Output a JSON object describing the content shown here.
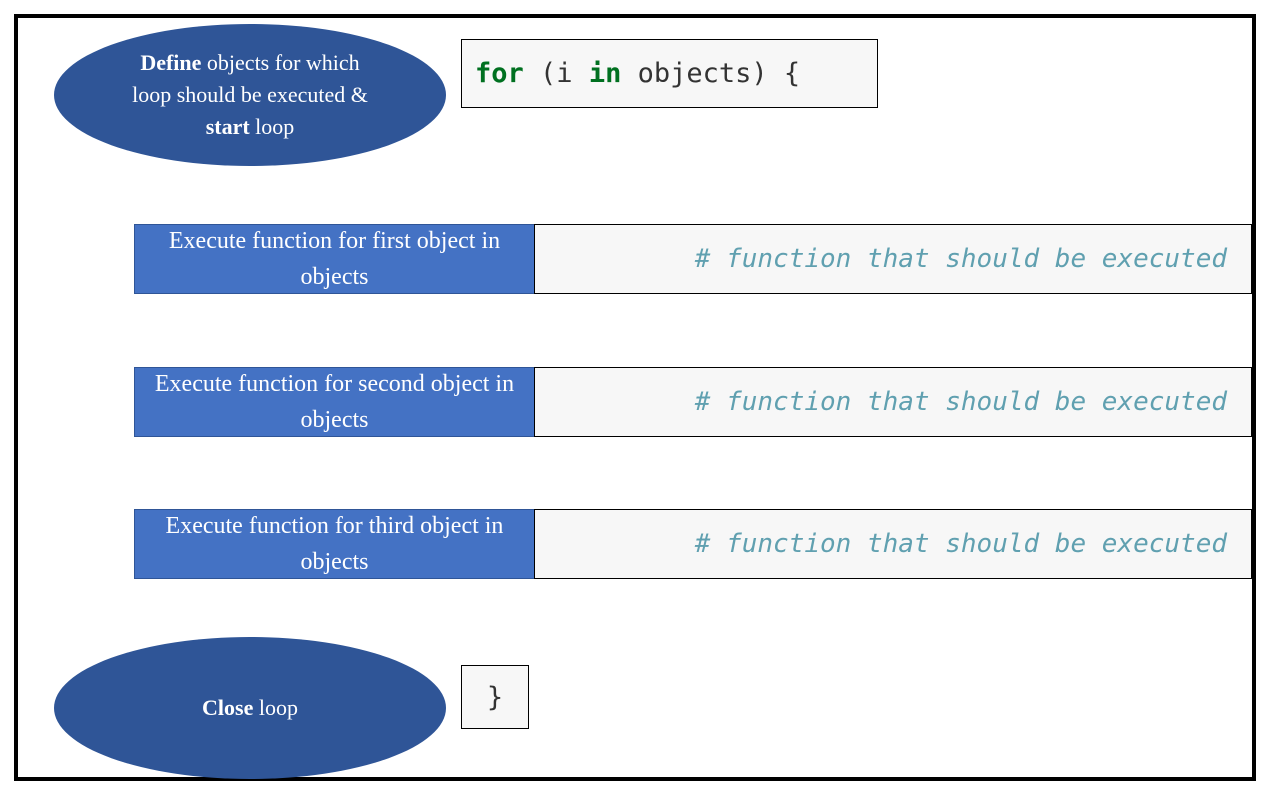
{
  "start_ellipse": {
    "bold_1": "Define",
    "text_1": " objects for which loop should be executed & ",
    "bold_2": "start",
    "text_2": " loop"
  },
  "for_code": {
    "kw_for": "for",
    "mid": " (i ",
    "kw_in": "in",
    "tail": " objects) {"
  },
  "steps": [
    {
      "label": "Execute function for first object in objects",
      "code": "# function that should be executed"
    },
    {
      "label": "Execute function for second object in objects",
      "code": "# function that should be executed"
    },
    {
      "label": "Execute function for third object in objects",
      "code": "# function that should be executed"
    }
  ],
  "close_ellipse": {
    "bold": "Close",
    "text": " loop"
  },
  "close_code": "}",
  "colors": {
    "ellipse_fill": "#2f5597",
    "step_fill": "#4472c4",
    "keyword": "#007020",
    "comment": "#60a0b0",
    "code_bg": "#f7f7f7"
  }
}
